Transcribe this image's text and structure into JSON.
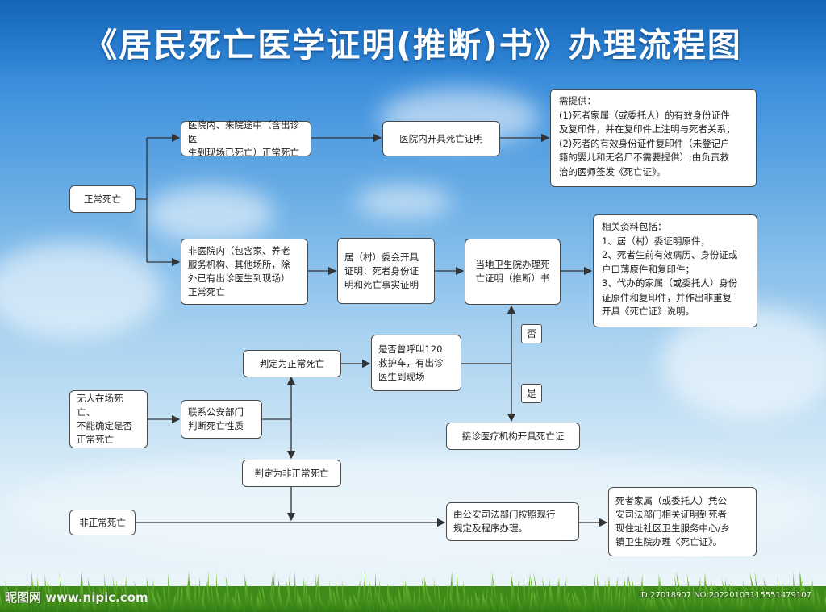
{
  "title": "《居民死亡医学证明(推断)书》办理流程图",
  "colors": {
    "sky_top": "#1f73c8",
    "sky_bottom": "#eef6fb",
    "line": "#333333",
    "box_border": "#4a4a4a"
  },
  "nodes": {
    "normal_death": "正常死亡",
    "hospital_death": "医院内、来院途中（含出诊医\n生到现场已死亡）正常死亡",
    "hospital_cert": "医院内开具死亡证明",
    "hospital_req": "需提供：\n(1)死者家属（或委托人）的有效身份证件\n及复印件，并在复印件上注明与死者关系；\n(2)死者的有效身份证件复印件（未登记户\n籍的婴儿和无名尸不需要提供）;由负责救\n治的医师签发《死亡证》。",
    "non_hospital_death": "非医院内（包含家、养老\n服务机构、其他场所，除\n外已有出诊医生到现场）\n正常死亡",
    "village_cert": "居（村）委会开具\n证明：死者身份证\n明和死亡事实证明",
    "local_hospital": "当地卫生院办理死\n亡证明（推断）书",
    "local_req": "相关资料包括：\n1、居（村）委证明原件；\n2、死者生前有效病历、身份证或\n户口薄原件和复印件；\n3、代办的家属（或委托人）身份\n证原件和复印件，并作出非重复\n开具《死亡证》说明。",
    "judged_normal": "判定为正常死亡",
    "ambulance_q": "是否曾呼叫120\n救护车，有出诊\n医生到现场",
    "no_label": "否",
    "yes_label": "是",
    "unattended": "无人在场死亡、\n不能确定是否\n正常死亡",
    "police_contact": "联系公安部门\n判断死亡性质",
    "receiving_cert": "接诊医疗机构开具死亡证",
    "judged_abnormal": "判定为非正常死亡",
    "abnormal_death": "非正常死亡",
    "police_handle": "由公安司法部门按照现行\n规定及程序办理。",
    "family_handle": "死者家属（或委托人）凭公\n安司法部门相关证明到死者\n现住址社区卫生服务中心/乡\n镇卫生院办理《死亡证》。"
  },
  "watermark": {
    "left": "昵图网 www.nipic.com",
    "right": "ID:27018907 NO:20220103115551479107"
  }
}
